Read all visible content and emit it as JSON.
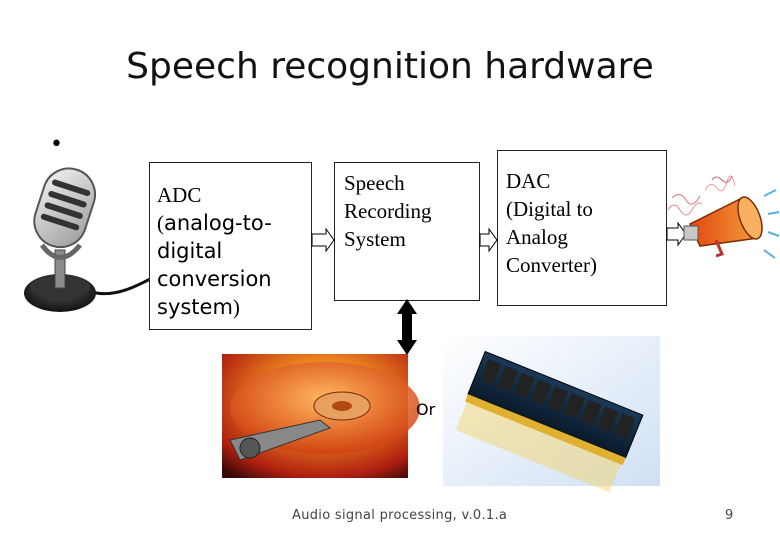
{
  "slide": {
    "title": "Speech recognition hardware",
    "bullet": "•"
  },
  "blocks": {
    "adc": {
      "line1": "ADC",
      "line2_open": "(",
      "line2_text": "analog-to-",
      "line3": "digital",
      "line4": "conversion",
      "line5_text": "system",
      "line5_close": ")"
    },
    "speech_recording": {
      "lines": [
        "Speech",
        "Recording",
        "System"
      ]
    },
    "dac": {
      "lines": [
        "DAC",
        "(Digital to",
        "Analog",
        "Converter)"
      ]
    }
  },
  "storage": {
    "or_label": "Or"
  },
  "footer": {
    "text": "Audio signal processing, v.0.1.a",
    "page_number": "9"
  },
  "colors": {
    "box_border": "#222222",
    "arrow_black": "#000000",
    "hdd_orange": "#e85a1a",
    "megaphone_orange": "#f07a20"
  }
}
